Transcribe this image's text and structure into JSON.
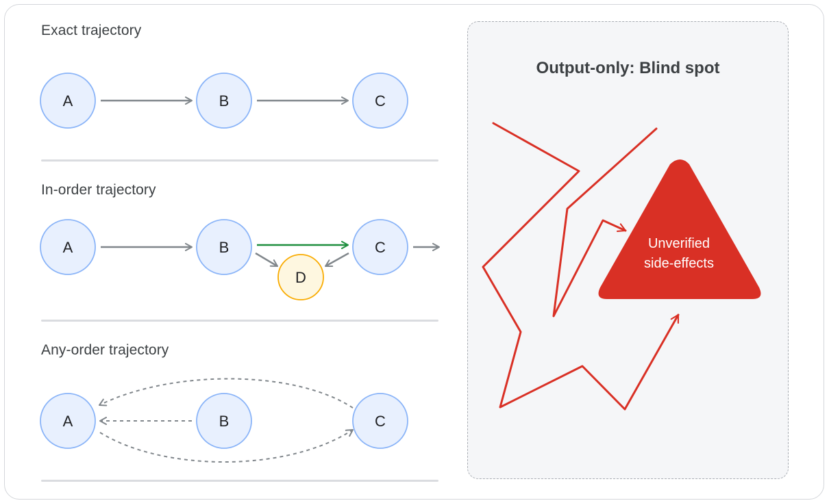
{
  "sections": [
    {
      "title": "Exact trajectory"
    },
    {
      "title": "In-order trajectory"
    },
    {
      "title": "Any-order trajectory"
    }
  ],
  "nodes": {
    "a": "A",
    "b": "B",
    "c": "C",
    "d": "D"
  },
  "panel": {
    "title": "Output-only: Blind spot",
    "warning_line1": "Unverified",
    "warning_line2": "side-effects"
  },
  "colors": {
    "node_fill": "#e8f0fe",
    "node_stroke": "#8ab4f8",
    "extra_node_fill": "#fef7e0",
    "extra_node_stroke": "#f9ab00",
    "arrow_gray": "#80868b",
    "arrow_green": "#1e8e3e",
    "alert_red": "#d93025"
  },
  "icons": {
    "warning": "warning-triangle-icon"
  }
}
